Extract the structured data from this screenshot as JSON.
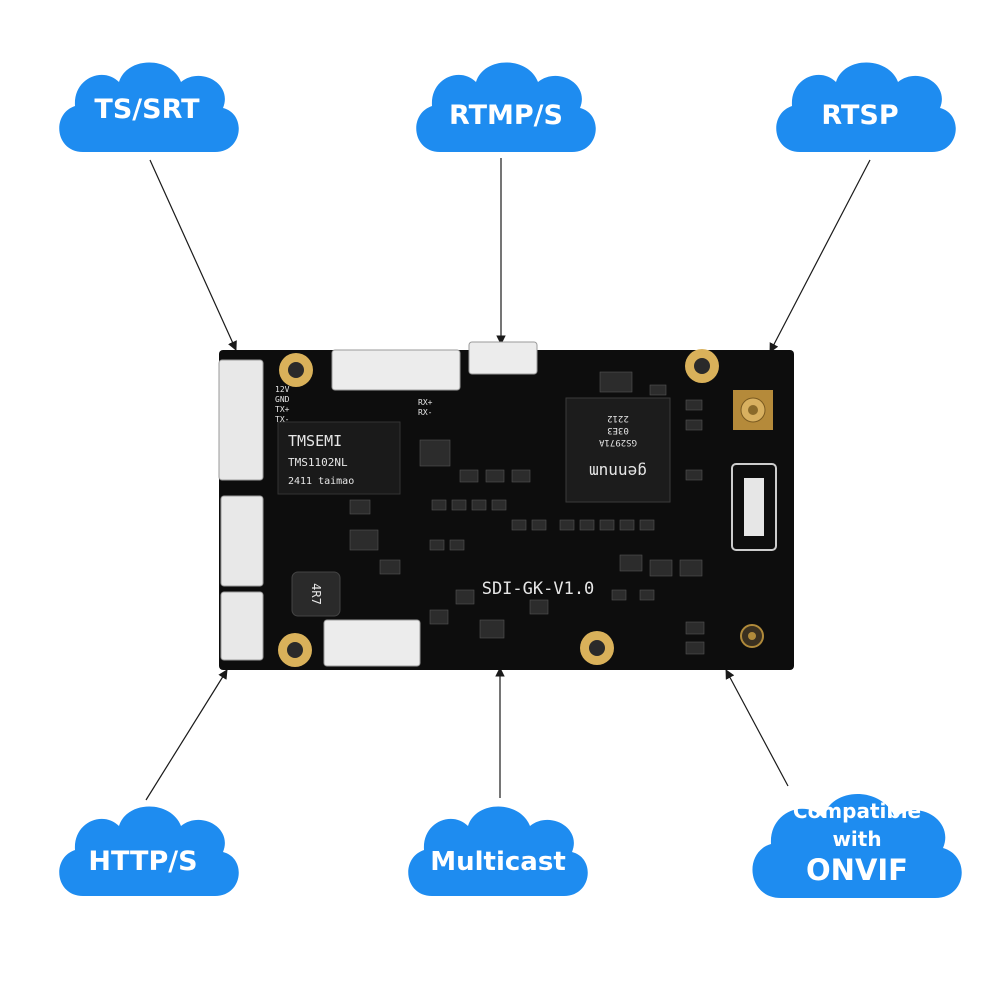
{
  "colors": {
    "cloud": "#1e8cf0",
    "cloud_text": "#ffffff",
    "arrow": "#1a1a1a",
    "board": "#0d0d0d",
    "silkscreen": "#e6e6e6",
    "mount_hole": "#d9b15a"
  },
  "clouds": {
    "ts_srt": "TS/SRT",
    "rtmp_s": "RTMP/S",
    "rtsp": "RTSP",
    "http_s": "HTTP/S",
    "multicast": "Multicast",
    "onvif_line1": "Compatible",
    "onvif_line2": "with",
    "onvif_line3": "ONVIF"
  },
  "board": {
    "model_label": "SDI-GK-V1.0",
    "ethernet_chip_brand": "TMSEMI",
    "ethernet_chip_part": "TMS1102NL",
    "ethernet_chip_code": "2411 taimao",
    "main_chip_brand": "gennum",
    "main_chip_code1": "GS2971A",
    "main_chip_code2": "03E3",
    "main_chip_code3": "2212",
    "inductor_label": "4R7",
    "pin_12v": "12V",
    "pin_gnd": "GND",
    "pin_tx_plus": "TX+",
    "pin_tx_minus": "TX-",
    "pin_rx_plus": "RX+",
    "pin_rx_minus": "RX-"
  }
}
